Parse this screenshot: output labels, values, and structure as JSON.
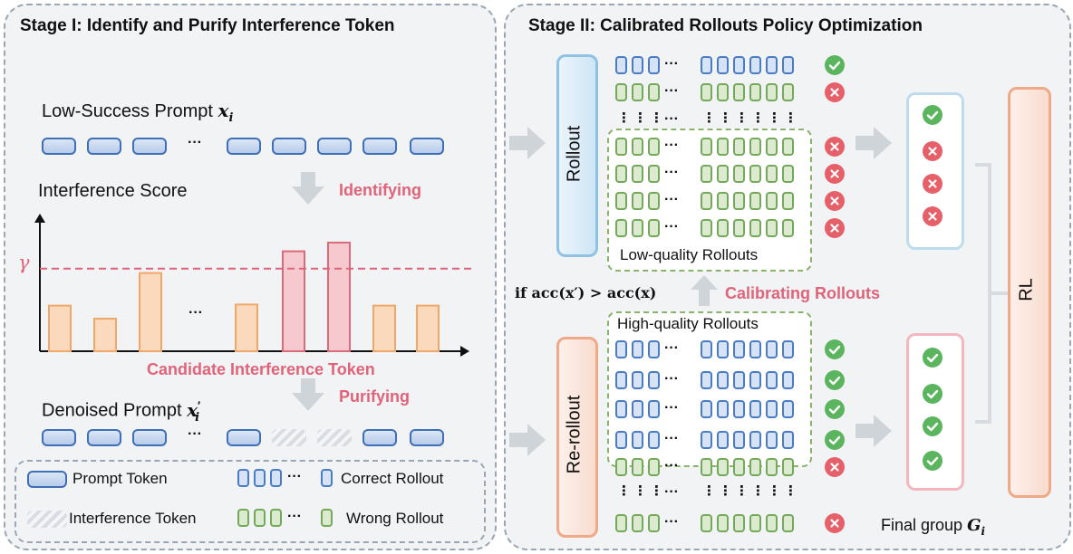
{
  "stage1": {
    "title": "Stage I: Identify and Purify Interference Token",
    "low_success_prompt": "Low-Success Prompt",
    "low_success_var": "x",
    "low_success_sub": "i",
    "interference_score": "Interference Score",
    "identifying": "Identifying",
    "gamma": "γ",
    "bars_ellipsis": "···",
    "candidate": "Candidate Interference Token",
    "purifying": "Purifying",
    "denoised_prompt": "Denoised Prompt",
    "denoised_var": "x",
    "denoised_prime": "′",
    "denoised_sub": "i",
    "token_ellipsis": "···",
    "legend": {
      "prompt_token": "Prompt Token",
      "correct_rollout": "Correct Rollout",
      "interference_token": "Interference Token",
      "wrong_rollout": "Wrong Rollout",
      "ellipsis": "···"
    }
  },
  "stage2": {
    "title": "Stage II: Calibrated Rollouts Policy Optimization",
    "rollout": "Rollout",
    "rerollout": "Re-rollout",
    "low_quality": "Low-quality Rollouts",
    "high_quality": "High-quality Rollouts",
    "condition": "if acc(x′) > acc(x)",
    "calibrating": "Calibrating Rollouts",
    "rl": "RL",
    "final_group": "Final group",
    "final_group_var": "G",
    "final_group_sub": "i",
    "row_ellipsis": "···"
  },
  "chart_data": {
    "type": "bar",
    "bars": [
      {
        "value": 42,
        "candidate": false
      },
      {
        "value": 30,
        "candidate": false
      },
      {
        "value": 72,
        "candidate": false
      },
      {
        "value": 43,
        "candidate": false
      },
      {
        "value": 92,
        "candidate": true
      },
      {
        "value": 100,
        "candidate": true
      },
      {
        "value": 42,
        "candidate": false
      },
      {
        "value": 42,
        "candidate": false
      }
    ],
    "threshold": 76,
    "ylim": [
      0,
      120
    ]
  },
  "colors": {
    "prompt_token": "#3f6fb5",
    "correct": "#4a7cc4",
    "wrong": "#74a85a",
    "accent_pink": "#e0637a",
    "bar_normal": "#f0a86a",
    "bar_candidate": "#d96b7b",
    "check": "#5bb55f",
    "cross": "#e6606a"
  }
}
